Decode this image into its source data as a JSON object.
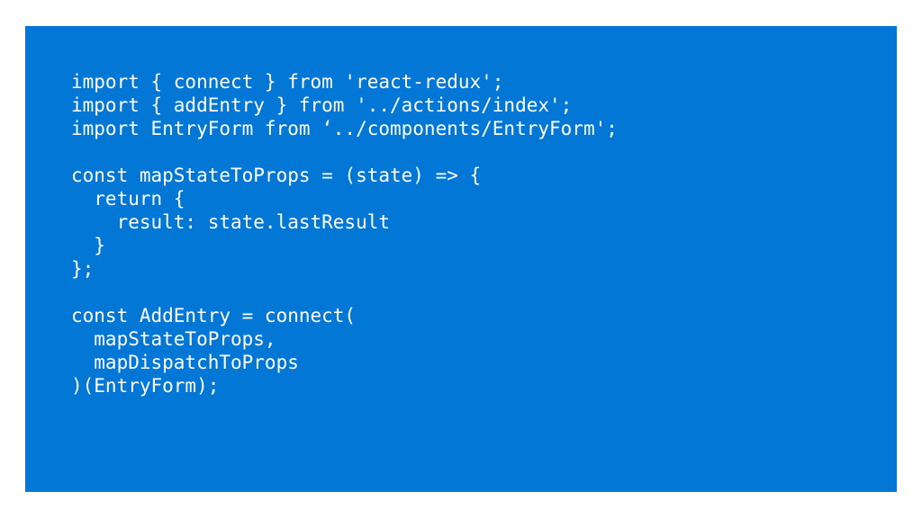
{
  "code": {
    "lines": [
      "import { connect } from 'react-redux';",
      "import { addEntry } from '../actions/index';",
      "import EntryForm from ‘../components/EntryForm';",
      "",
      "const mapStateToProps = (state) => {",
      "  return {",
      "    result: state.lastResult",
      "  }",
      "};",
      "",
      "const AddEntry = connect(",
      "  mapStateToProps,",
      "  mapDispatchToProps",
      ")(EntryForm);"
    ]
  },
  "colors": {
    "panel_background": "#0277d6",
    "code_text": "#ffffff",
    "page_background": "#ffffff"
  }
}
